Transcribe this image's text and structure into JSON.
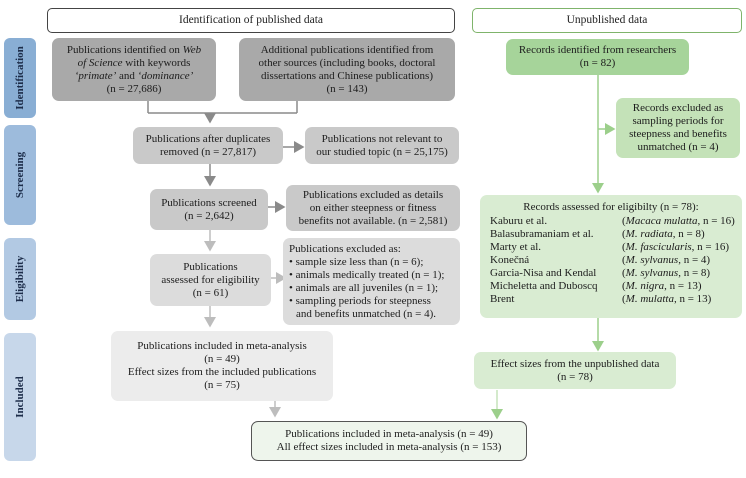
{
  "headers": {
    "published": "Identification of published data",
    "unpublished": "Unpublished data"
  },
  "stages": {
    "identification": "Identification",
    "screening": "Screening",
    "eligibility": "Eligibility",
    "included": "Included"
  },
  "published": {
    "wos": {
      "line1_pre": "Publications identified on ",
      "line1_em": "Web",
      "line2_em": "of Science",
      "line2_post": " with keywords",
      "line3_em1": "‘primate’",
      "line3_mid": " and ",
      "line3_em2": "‘dominance’",
      "line4": "(n = 27,686)"
    },
    "additional": {
      "line1": "Additional publications identified from",
      "line2": "other sources (including books, doctoral",
      "line3": "dissertations and Chinese publications)",
      "line4": "(n = 143)"
    },
    "after_duplicates": {
      "line1": "Publications after duplicates",
      "line2": "removed (n = 27,817)"
    },
    "not_relevant": {
      "line1": "Publications not relevant to",
      "line2": "our studied topic (n = 25,175)"
    },
    "screened": {
      "line1": "Publications screened",
      "line2": "(n = 2,642)"
    },
    "excluded_details": {
      "line1": "Publications excluded as details",
      "line2": "on either steepness or fitness",
      "line3": "benefits not available. (n = 2,581)"
    },
    "assessed": {
      "line1": "Publications",
      "line2": "assessed for eligibility",
      "line3": "(n = 61)"
    },
    "excluded_as": {
      "title": "Publications excluded as:",
      "items": [
        "• sample size less than (n = 6);",
        "• animals medically treated (n = 1);",
        "• animals are all juveniles (n = 1);",
        "• sampling periods for steepness",
        "  and benefits unmatched (n = 4)."
      ]
    },
    "included": {
      "line1": "Publications included in meta-analysis",
      "line2": "(n = 49)",
      "line3": "Effect sizes from the included publications",
      "line4": "(n = 75)"
    }
  },
  "unpublished": {
    "researchers": {
      "line1": "Records identified from researchers",
      "line2": "(n = 82)"
    },
    "excluded": {
      "line1": "Records excluded as",
      "line2": "sampling periods for",
      "line3": "steepness and benefits",
      "line4": "unmatched (n = 4)"
    },
    "assessed": {
      "title": "Records assessed for eligibilty (n = 78):",
      "rows": [
        {
          "name": "Kaburu et al.",
          "species": "Macaca mulatta",
          "n": ", n = 16)"
        },
        {
          "name": "Balasubramaniam et al.",
          "species": "M. radiata",
          "n": ", n = 8)"
        },
        {
          "name": "Marty et al.",
          "species": "M. fascicularis",
          "n": ", n = 16)"
        },
        {
          "name": "Konečná",
          "species": "M. sylvanus",
          "n": ", n = 4)"
        },
        {
          "name": "Garcia-Nisa and Kendal",
          "species": "M. sylvanus",
          "n": ", n = 8)"
        },
        {
          "name": "Micheletta and Duboscq",
          "species": "M. nigra",
          "n": ", n = 13)"
        },
        {
          "name": "Brent",
          "species": "M. mulatta",
          "n": ", n = 13)"
        }
      ]
    },
    "effect": {
      "line1": "Effect sizes from the unpublished data",
      "line2": "(n = 78)"
    }
  },
  "final": {
    "line1": "Publications included in meta-analysis (n = 49)",
    "line2": "All effect sizes included in meta-analysis (n = 153)"
  }
}
